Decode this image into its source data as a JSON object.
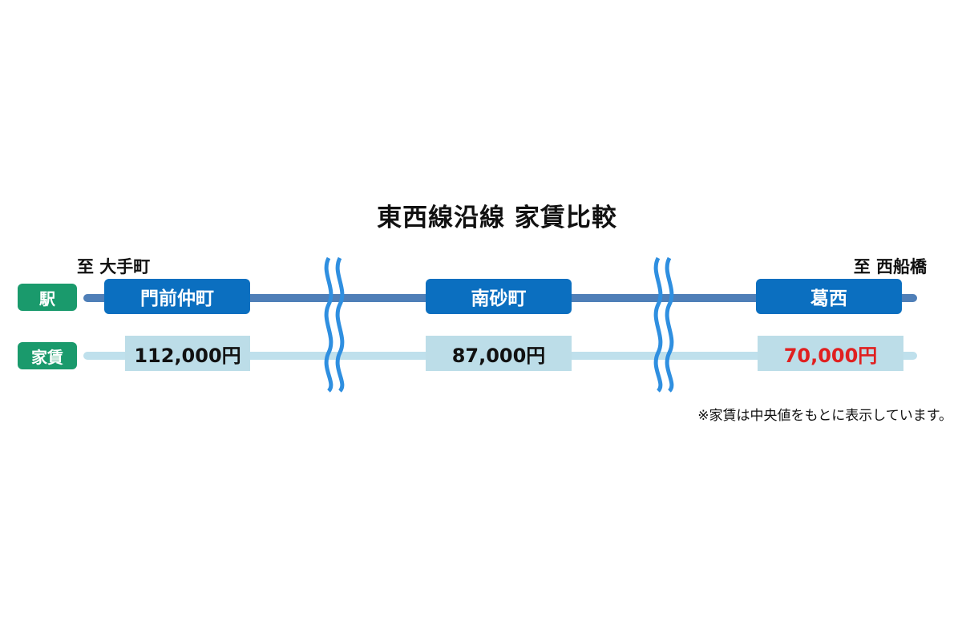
{
  "title": "東西線沿線 家賃比較",
  "direction_left": "至 大手町",
  "direction_right": "至 西船橋",
  "row_labels": {
    "station": "駅",
    "rent": "家賃"
  },
  "stations": [
    {
      "name": "門前仲町",
      "rent": "112,000円",
      "rent_value": 112000,
      "highlight": false
    },
    {
      "name": "南砂町",
      "rent": "87,000円",
      "rent_value": 87000,
      "highlight": false
    },
    {
      "name": "葛西",
      "rent": "70,000円",
      "rent_value": 70000,
      "highlight": true
    }
  ],
  "note": "※家賃は中央値をもとに表示しています。",
  "colors": {
    "label_green": "#1a9a6c",
    "station_box": "#0b6fc0",
    "station_track": "#4f7fb8",
    "rent_box": "#bcdde8",
    "rent_track": "#bfe0ec",
    "break_mark": "#2f8fe0",
    "highlight_rent": "#e02020",
    "text": "#111111"
  }
}
